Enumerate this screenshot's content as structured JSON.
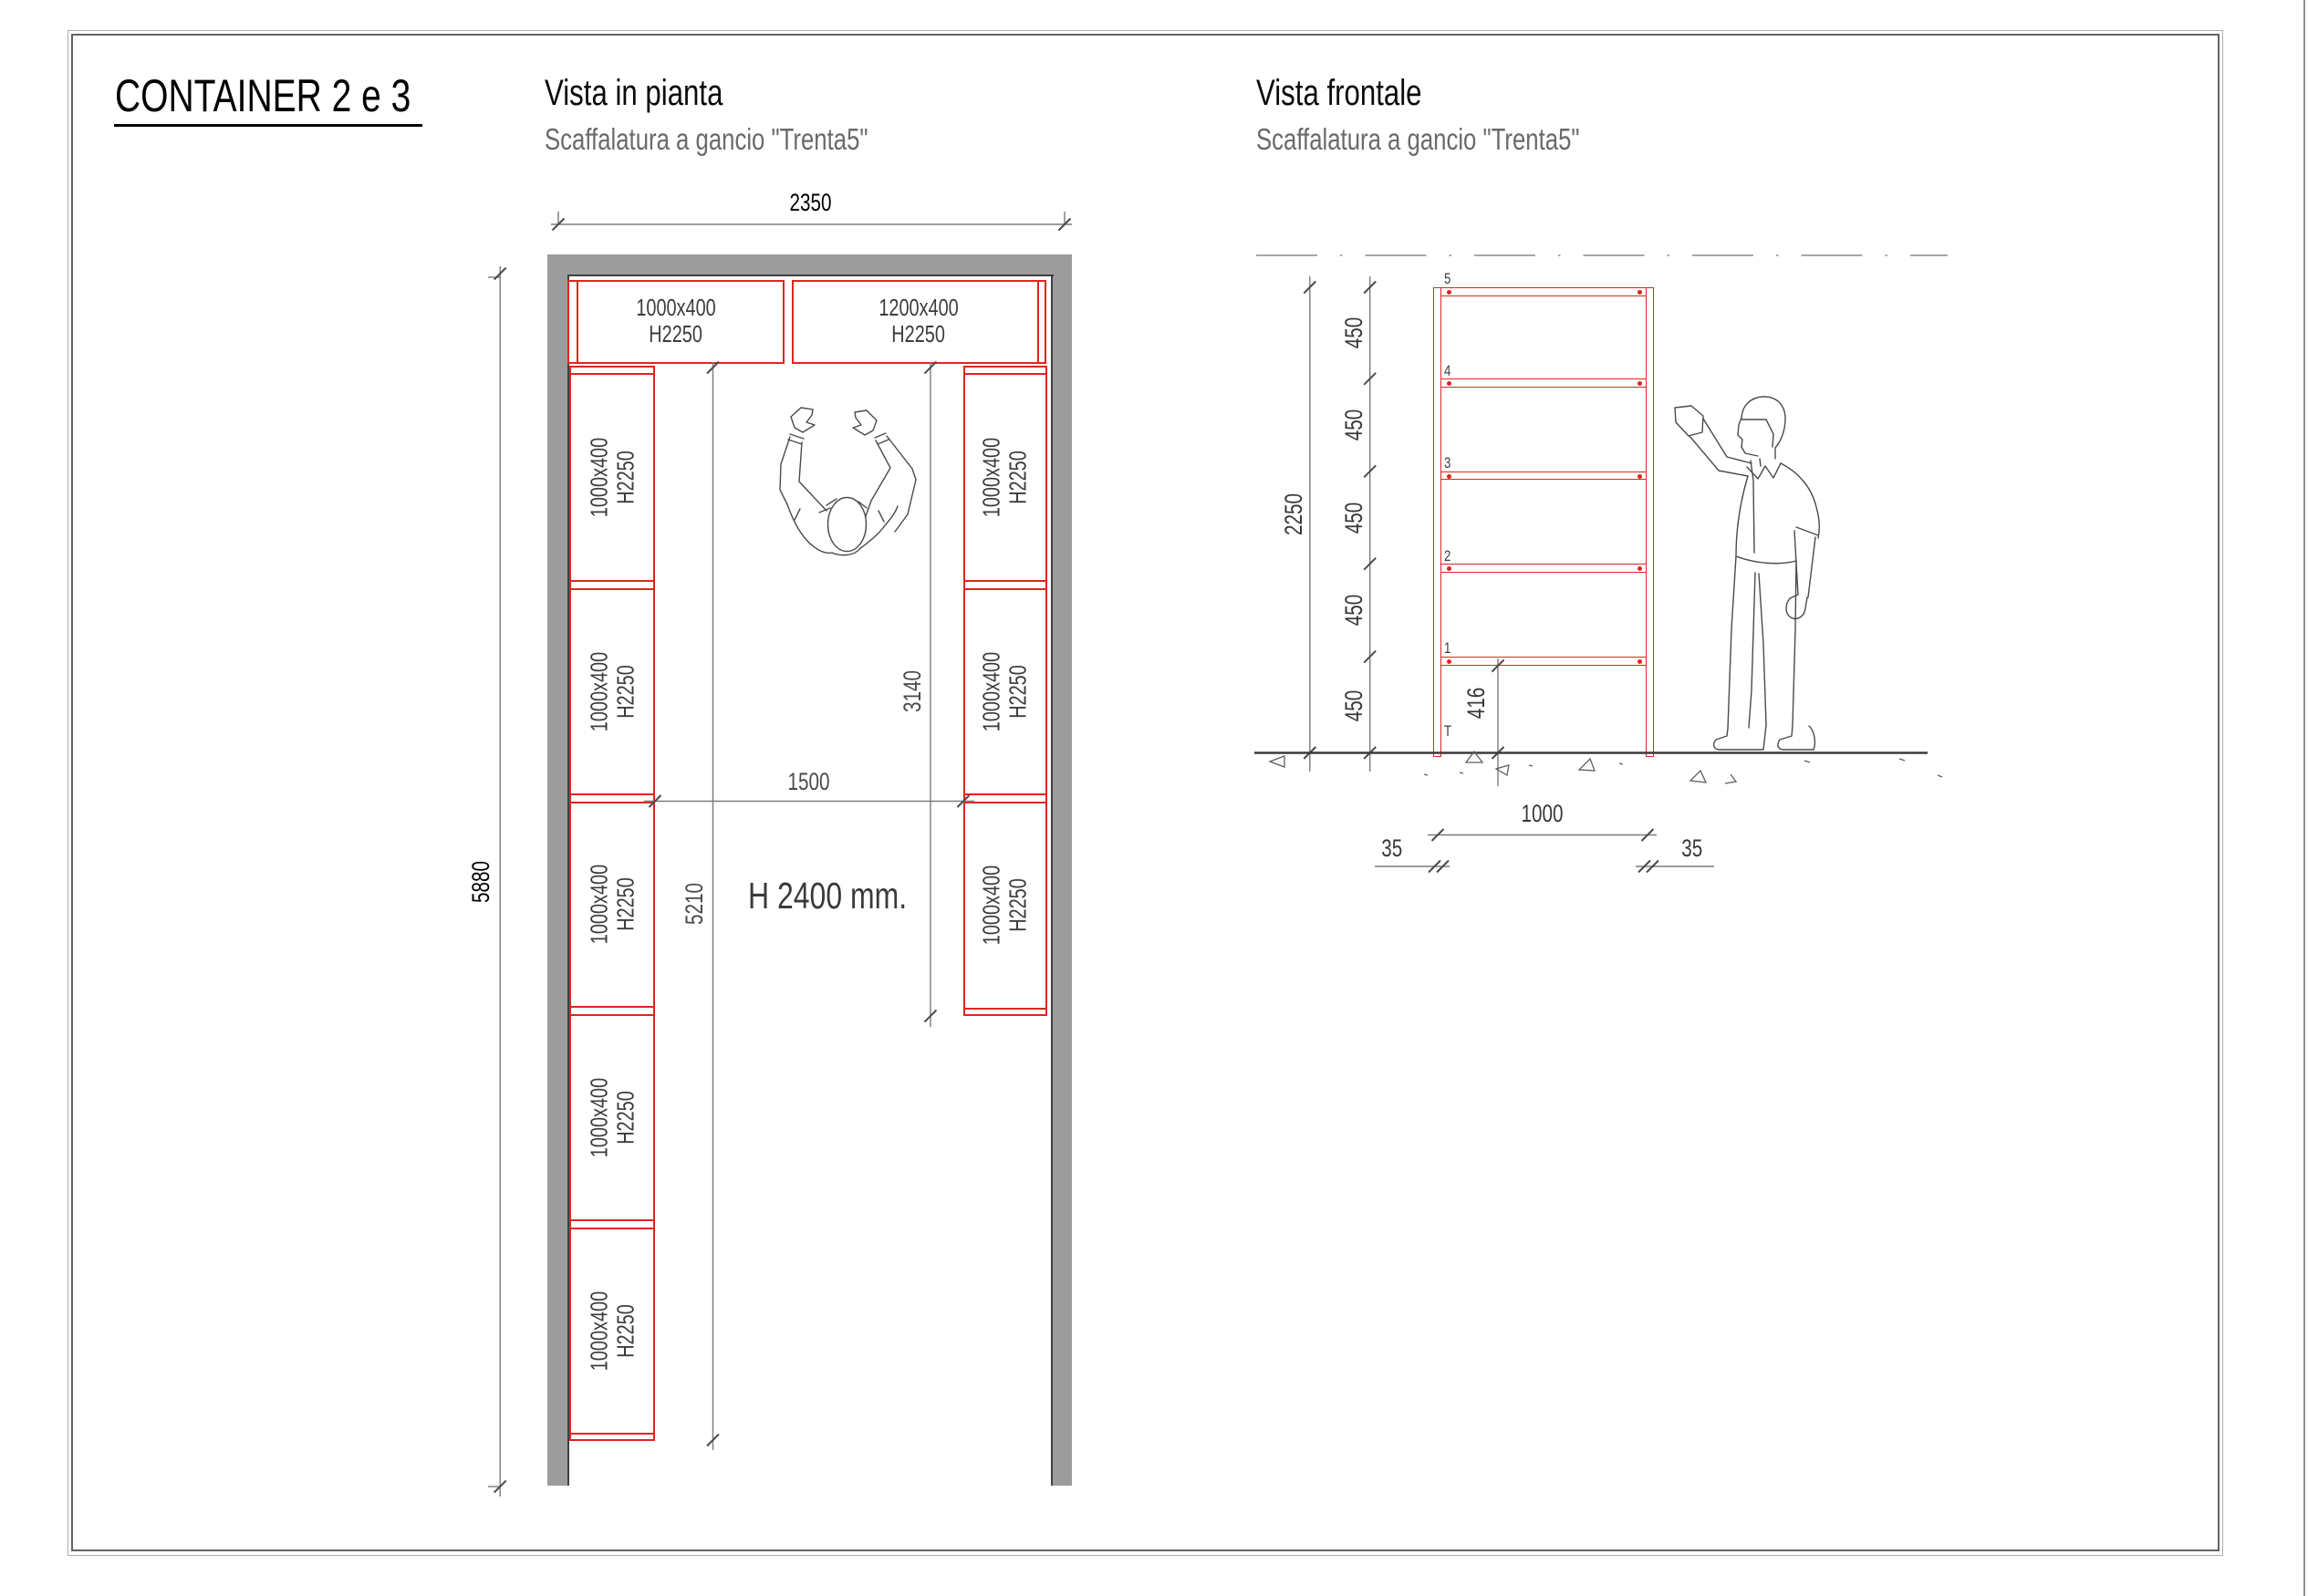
{
  "drawing": {
    "title": "CONTAINER 2 e 3",
    "plan": {
      "heading": "Vista in pianta",
      "subtitle": "Scaffalatura a gancio \"Trenta5\"",
      "clear_height_note": "H 2400 mm.",
      "dimensions": {
        "container_width": "2350",
        "container_length": "5880",
        "left_run_length": "5210",
        "right_run_length": "3140",
        "aisle_width": "1500"
      },
      "units": {
        "top": [
          {
            "size": "1000x400",
            "height": "H2250"
          },
          {
            "size": "1200x400",
            "height": "H2250"
          }
        ],
        "left": [
          {
            "size": "1000x400",
            "height": "H2250"
          },
          {
            "size": "1000x400",
            "height": "H2250"
          },
          {
            "size": "1000x400",
            "height": "H2250"
          },
          {
            "size": "1000x400",
            "height": "H2250"
          },
          {
            "size": "1000x400",
            "height": "H2250"
          }
        ],
        "right": [
          {
            "size": "1000x400",
            "height": "H2250"
          },
          {
            "size": "1000x400",
            "height": "H2250"
          },
          {
            "size": "1000x400",
            "height": "H2250"
          }
        ]
      }
    },
    "front": {
      "heading": "Vista frontale",
      "subtitle": "Scaffalatura a gancio \"Trenta5\"",
      "dimensions": {
        "total_height": "2250",
        "shelf_spacing": [
          "450",
          "450",
          "450",
          "450",
          "450"
        ],
        "first_shelf_height": "416",
        "bay_width": "1000",
        "upright_left": "35",
        "upright_right": "35"
      },
      "shelf_numbers": [
        "5",
        "4",
        "3",
        "2",
        "1"
      ],
      "base_label": "T"
    },
    "colors": {
      "shelving_red": "#e02520",
      "wall_gray": "#9c9c9c"
    }
  }
}
